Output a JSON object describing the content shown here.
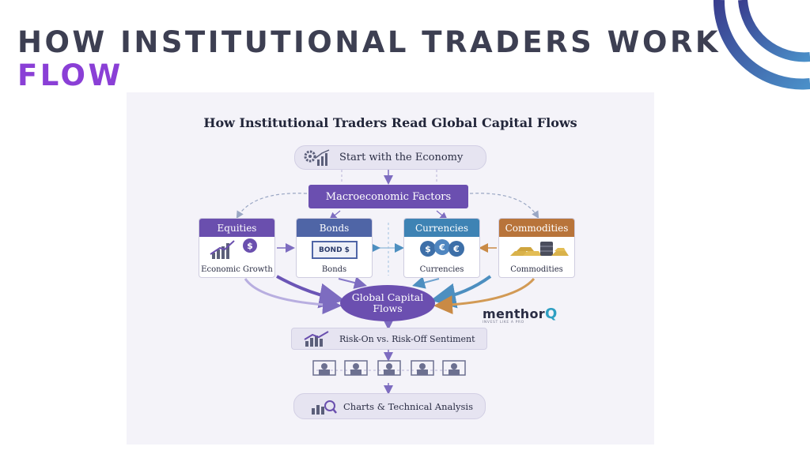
{
  "slide": {
    "title": "HOW INSTITUTIONAL TRADERS WORK",
    "subtitle": "FLOW"
  },
  "diagram": {
    "title": "How Institutional Traders Read Global Capital Flows",
    "start": "Start with the Economy",
    "macro": "Macroeconomic Factors",
    "cards": [
      {
        "header": "Equities",
        "footer": "Economic Growth",
        "color": "#6a4fae",
        "icon": "growth-chart-dollar-icon"
      },
      {
        "header": "Bonds",
        "footer": "Bonds",
        "color": "#4f65a6",
        "icon": "bond-certificate-icon",
        "badge": "BOND $"
      },
      {
        "header": "Currencies",
        "footer": "Currencies",
        "color": "#3e83b4",
        "icon": "currency-coins-icon"
      },
      {
        "header": "Commodities",
        "footer": "Commodities",
        "color": "#b8743a",
        "icon": "gold-oil-barrel-icon"
      }
    ],
    "center": {
      "line1": "Global Capital",
      "line2": "Flows"
    },
    "sentiment": "Risk-On vs. Risk-Off Sentiment",
    "traders_icon": "trader-desks-icon",
    "analysis": "Charts & Technical Analysis"
  },
  "logo": {
    "name": "menthor",
    "letter": "Q",
    "tagline": "INVEST LIKE A PRO"
  },
  "colors": {
    "title": "#3d3f52",
    "subtitle": "#8a3fd6",
    "macro": "#6b4fb0",
    "arc_start": "#3a3f8f",
    "arc_end": "#4a8fc8"
  }
}
